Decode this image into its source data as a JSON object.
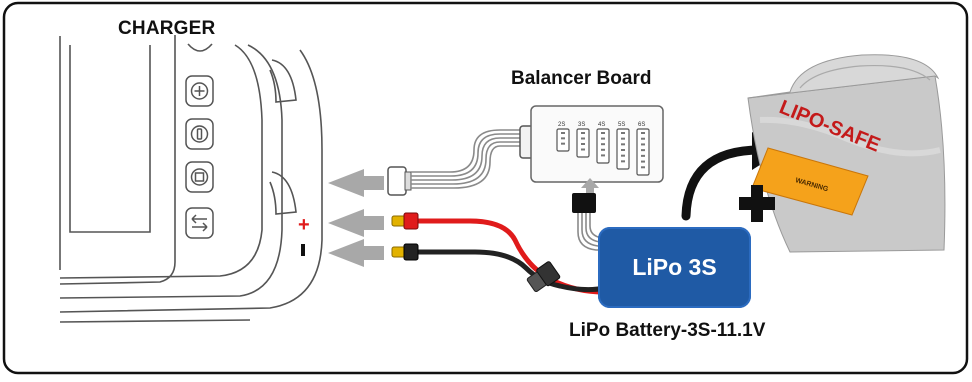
{
  "labels": {
    "charger": "CHARGER",
    "balancer_board": "Balancer Board",
    "battery": "LiPo 3S",
    "battery_caption": "LiPo Battery-3S-11.1V",
    "bag_brand": "LIPO-SAFE",
    "bag_warning": "WARNING"
  },
  "balancer_ports": [
    "2S",
    "3S",
    "4S",
    "5S",
    "6S"
  ],
  "polarity": {
    "positive": "+",
    "negative": "-"
  },
  "colors": {
    "battery_fill": "#1f5aa5",
    "positive_wire": "#e01b1b",
    "negative_wire": "#222222",
    "connector_gold": "#e2b200",
    "arrow_grey": "#a8a8a8",
    "bag_silver": "#c9c9c9",
    "bag_label_orange": "#f5a21b"
  },
  "icons": [
    "charger-device",
    "plus-button-icon",
    "enter-button-icon",
    "stop-button-icon",
    "swap-button-icon",
    "lipo-safe-bag",
    "curved-arrow-icon",
    "plus-icon"
  ]
}
